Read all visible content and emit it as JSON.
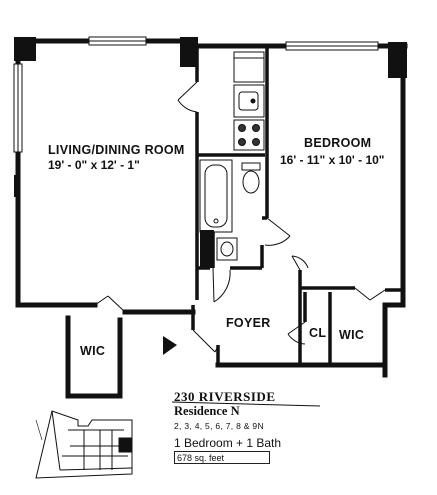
{
  "rooms": {
    "living": {
      "name": "LIVING/DINING ROOM",
      "dims": "19' - 0\" x 12' - 1\""
    },
    "bedroom": {
      "name": "BEDROOM",
      "dims": "16' - 11\" x 10' - 10\""
    },
    "foyer": {
      "name": "FOYER"
    },
    "closet": {
      "name": "CL"
    },
    "wic_left": {
      "name": "WIC"
    },
    "wic_right": {
      "name": "WIC"
    }
  },
  "info": {
    "address": "230 RIVERSIDE",
    "residence": "Residence N",
    "floors": "2, 3, 4, 5, 6, 7, 8 & 9N",
    "bedrooms": "1  Bedroom  +  1  Bath",
    "area": "678 sq. feet"
  },
  "colors": {
    "wall": "#111111",
    "paper": "#ffffff"
  }
}
